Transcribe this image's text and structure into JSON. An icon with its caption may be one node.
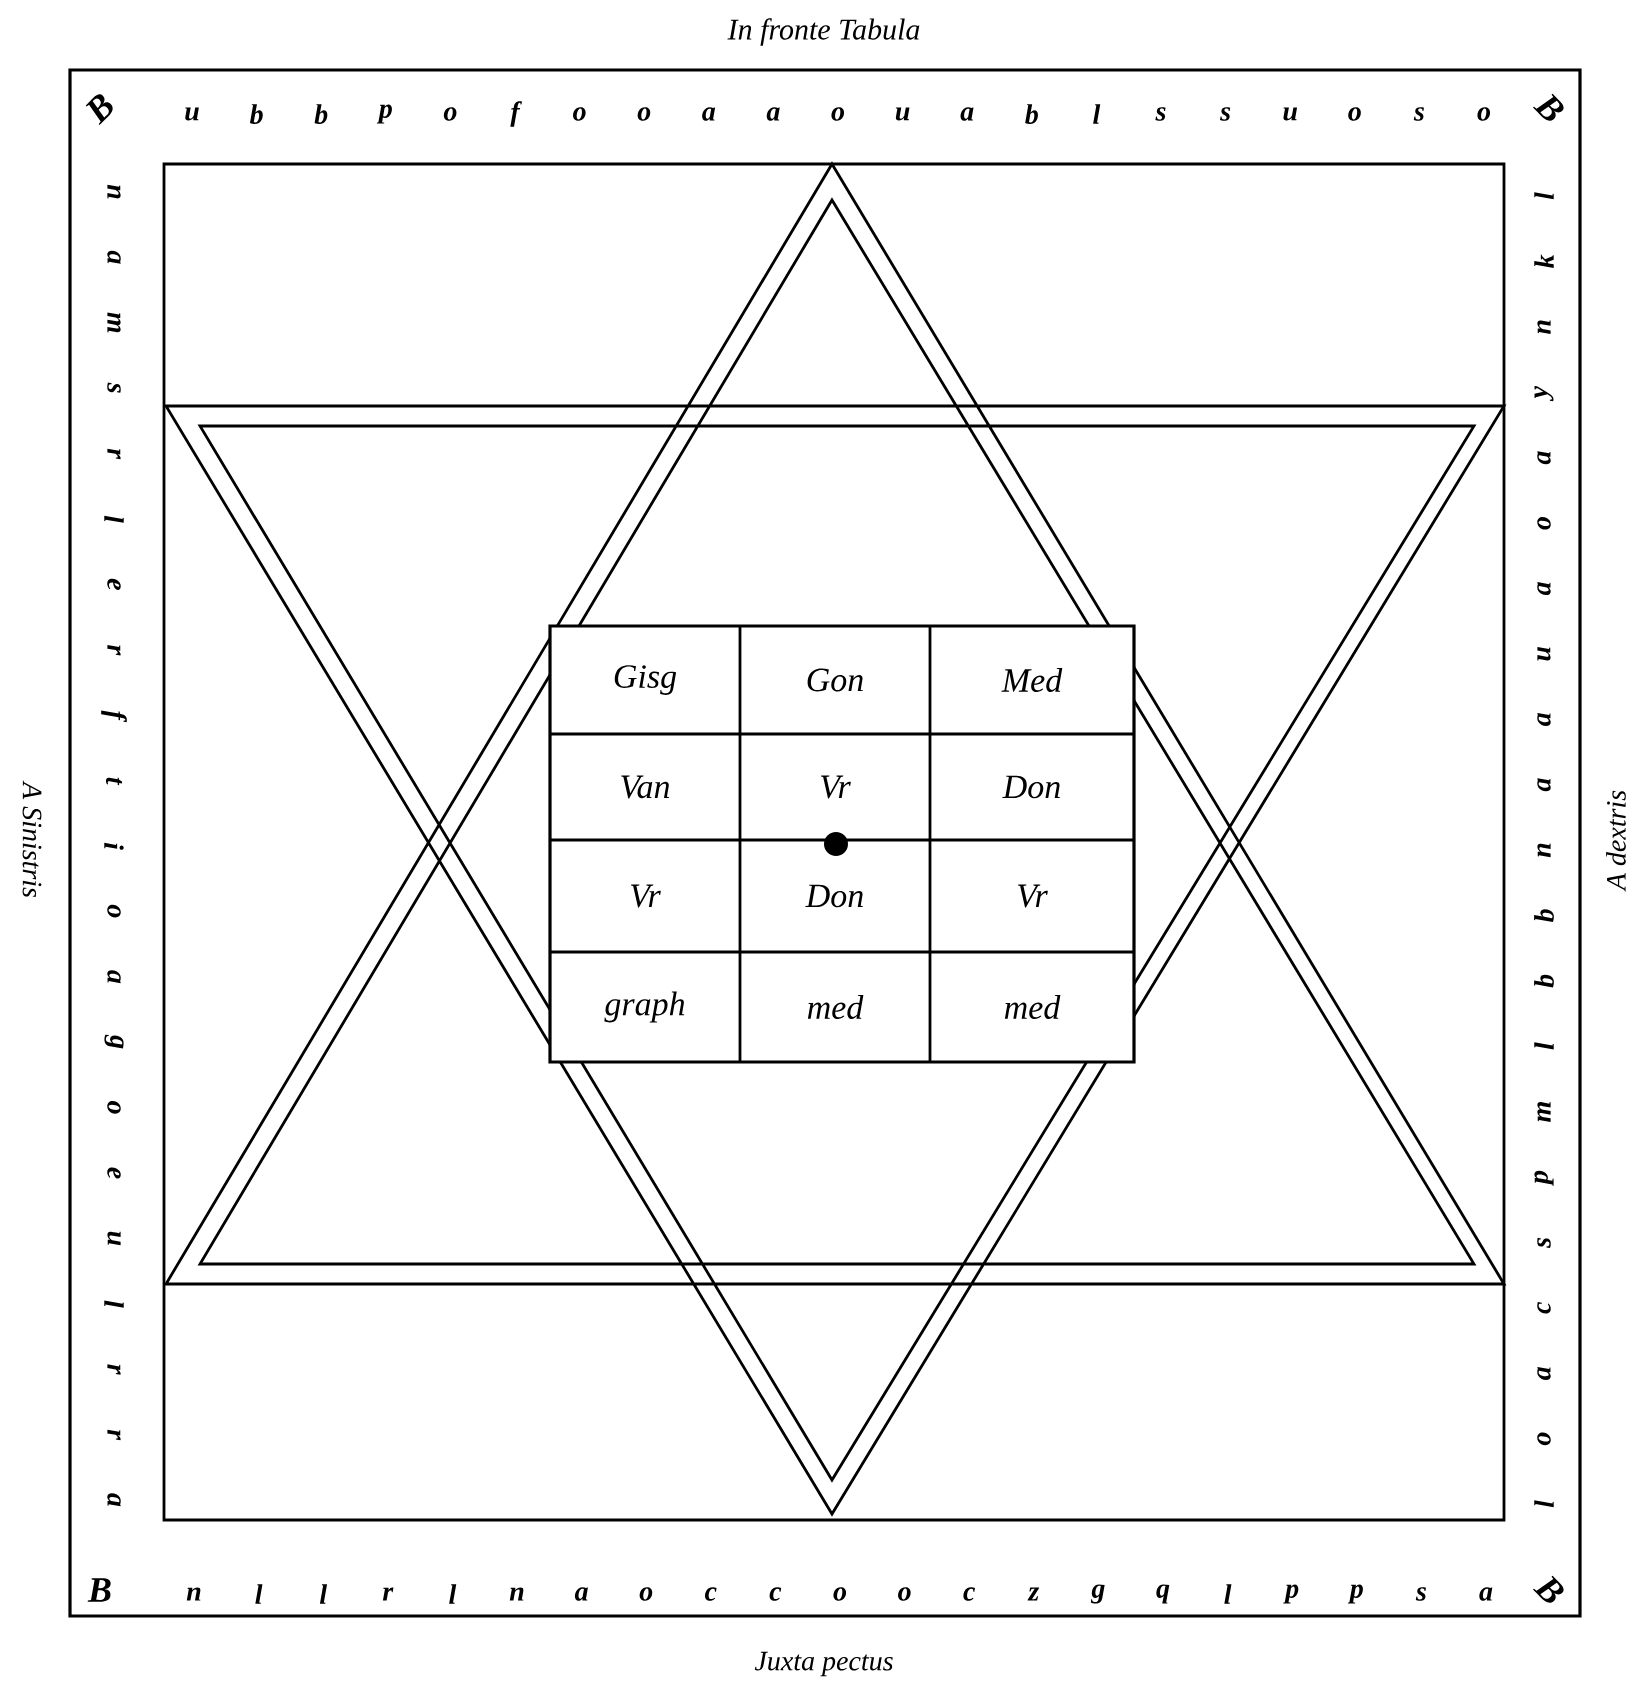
{
  "diagram": {
    "labels": [
      "In fronte Tabula",
      "B",
      "u",
      "b",
      "b",
      "p",
      "o",
      "f",
      "o",
      "o",
      "a",
      "a",
      "o",
      "u",
      "a",
      "b",
      "l",
      "s",
      "s",
      "u",
      "o",
      "s",
      "o",
      "B",
      "n",
      "a",
      "m",
      "s",
      "r",
      "l",
      "e",
      "r",
      "f",
      "t",
      "i",
      "o",
      "a",
      "g",
      "o",
      "e",
      "u",
      "l",
      "r",
      "r",
      "a",
      "l",
      "k",
      "n",
      "y",
      "a",
      "o",
      "a",
      "u",
      "a",
      "a",
      "n",
      "b",
      "b",
      "l",
      "m",
      "p",
      "s",
      "c",
      "a",
      "o",
      "l",
      "Gisg",
      "Gon",
      "Med",
      "Van",
      "Vr",
      "Don",
      "Vr",
      "Don",
      "Vr",
      "graph",
      "med",
      "med",
      "A Sinistris",
      "A dextris",
      "B",
      "n",
      "l",
      "l",
      "r",
      "l",
      "n",
      "a",
      "o",
      "c",
      "c",
      "o",
      "o",
      "c",
      "z",
      "g",
      "q",
      "l",
      "p",
      "p",
      "s",
      "a",
      "B",
      "Juxta pectus"
    ]
  }
}
